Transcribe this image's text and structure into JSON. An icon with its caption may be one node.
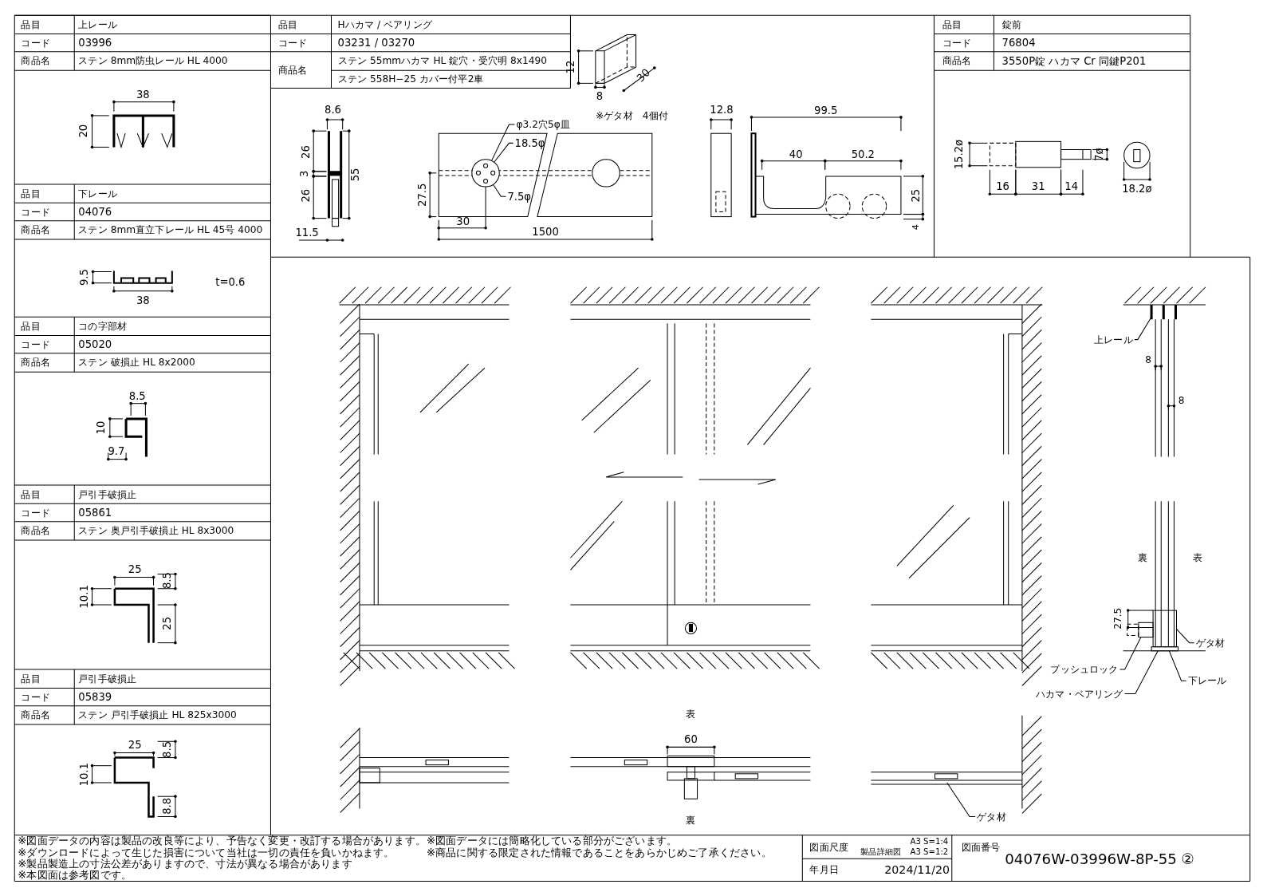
{
  "diagram": {
    "nodes": [
      {
        "text": [
          "φ3.2穴5φ皿"
        ]
      },
      {
        "text": [
          "18.5φ"
        ]
      },
      {
        "text": [
          "7.5φ"
        ]
      },
      {
        "text": [
          "上レール"
        ]
      },
      {
        "text": [
          "ゲタ材"
        ]
      },
      {
        "text": [
          "プッシュロック"
        ]
      },
      {
        "text": [
          "下レール"
        ]
      },
      {
        "text": [
          "ハカマ・ベアリング"
        ]
      },
      {
        "text": [
          "ゲタ材"
        ]
      },
      {
        "text": [],
        "shape": "circle"
      },
      {
        "text": [],
        "shape": "picture"
      }
    ],
    "edges": [
      {
        "from": 0,
        "to": 9,
        "arrow": "none"
      },
      {
        "from": 1,
        "to": 9,
        "arrow": "none"
      },
      {
        "from": 2,
        "to": 9,
        "arrow": "none"
      },
      {
        "from": 3,
        "to": 10,
        "arrow": "none"
      },
      {
        "from": 4,
        "to": 10,
        "arrow": "none"
      },
      {
        "from": 5,
        "to": 10,
        "arrow": "none"
      },
      {
        "from": 6,
        "to": 10,
        "arrow": "none"
      },
      {
        "from": 7,
        "to": 10,
        "arrow": "none"
      },
      {
        "from": 8,
        "to": null,
        "arrow": "none"
      }
    ],
    "labels": [
      "品目",
      "上レール",
      "コード",
      "03996",
      "商品名",
      "ステン 8mm防虫レール HL 4000",
      "38",
      "20",
      "品目",
      "下レール",
      "コード",
      "04076",
      "商品名",
      "ステン 8mm直立下レール HL 45号 4000",
      "9.5",
      "38",
      "t=0.6",
      "品目",
      "コの字部材",
      "コード",
      "05020",
      "商品名",
      "ステン 破損止 HL 8x2000",
      "8.5",
      "10",
      "9.7",
      "品目",
      "戸引手破損止",
      "コード",
      "05861",
      "商品名",
      "ステン 奥戸引手破損止 HL 8x3000",
      "25",
      "8.5",
      "10.1",
      "25",
      "品目",
      "戸引手破損止",
      "コード",
      "05839",
      "商品名",
      "ステン 戸引手破損止 HL 825x3000",
      "25",
      "8.5",
      "10.1",
      "8.8",
      "品目",
      "Hハカマ / ベアリング",
      "コード",
      "03231 / 03270",
      "商品名",
      "ステン 55mmハカマ HL 錠穴・受穴明 8x1490",
      "ステン 558H−25 カバー付平2車",
      "12",
      "30",
      "8",
      "※ゲタ材　4個付",
      "8.6",
      "26",
      "3",
      "55",
      "26",
      "11.5",
      "27.5",
      "30",
      "1500",
      "12.8",
      "99.5",
      "40",
      "50.2",
      "25",
      "4",
      "品目",
      "錠前",
      "コード",
      "76804",
      "商品名",
      "3550P錠 ハカマ Cr 同鍵P201",
      "15.2ø",
      "7ø",
      "16",
      "31",
      "14",
      "18.2ø",
      "8",
      "8",
      "裏",
      "表",
      "27.5",
      "表",
      "60",
      "裏",
      "※図面データの内容は製品の改良等により、予告なく変更・改訂する場合があります。",
      "※図面データには簡略化している部分がございます。",
      "※ダウンロードによって生じた損害について当社は一切の責任を負いかねます。",
      "※商品に関する限定された情報であることをあらかじめご了承ください。",
      "※製品製造上の寸法公差がありますので、寸法が異なる場合があります",
      "※本図面は参考図です。",
      "図面尺度",
      "製品詳細図",
      "A3 S=1:4",
      "A3 S=1:2",
      "年月日",
      "2024/11/20",
      "図面番号",
      "04076W-03996W-8P-55",
      "②"
    ]
  }
}
